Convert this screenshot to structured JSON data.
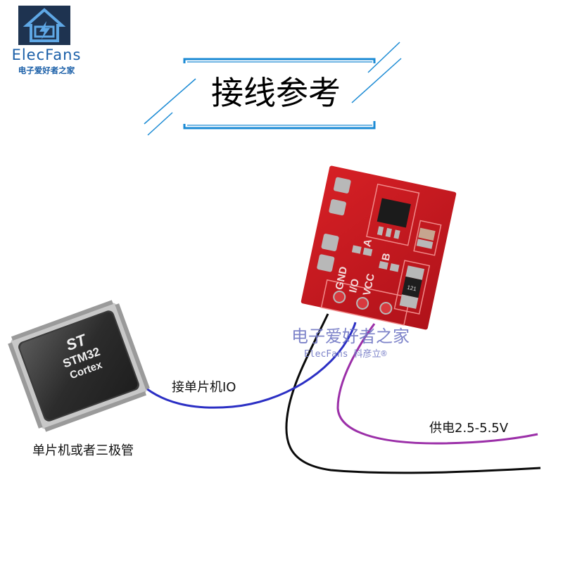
{
  "logo": {
    "brand": "ElecFans",
    "subtitle": "电子爱好者之家",
    "icon": "house-lightning-icon"
  },
  "title": {
    "text": "接线参考",
    "frame_color": "#1a8ad4"
  },
  "mcu_chip": {
    "maker_logo": "ST",
    "model": "STM32",
    "core": "Cortex",
    "caption": "单片机或者三极管"
  },
  "touch_module": {
    "board_color": "#c8161b",
    "pin_labels": [
      "GND",
      "I/O",
      "VCC"
    ],
    "jumper_labels": [
      "A",
      "B"
    ],
    "resistor_marking": "121"
  },
  "wires": [
    {
      "name": "io-wire",
      "color": "#2b2fc4",
      "label": "接单片机IO"
    },
    {
      "name": "power-wire",
      "color": "#9b2fa8",
      "label": "供电2.5-5.5V"
    },
    {
      "name": "ground-wire",
      "color": "#0a0a0a",
      "label": ""
    }
  ],
  "watermark": {
    "line1": "电子爱好者之家",
    "line2": "ElecFans 科彦立®"
  }
}
